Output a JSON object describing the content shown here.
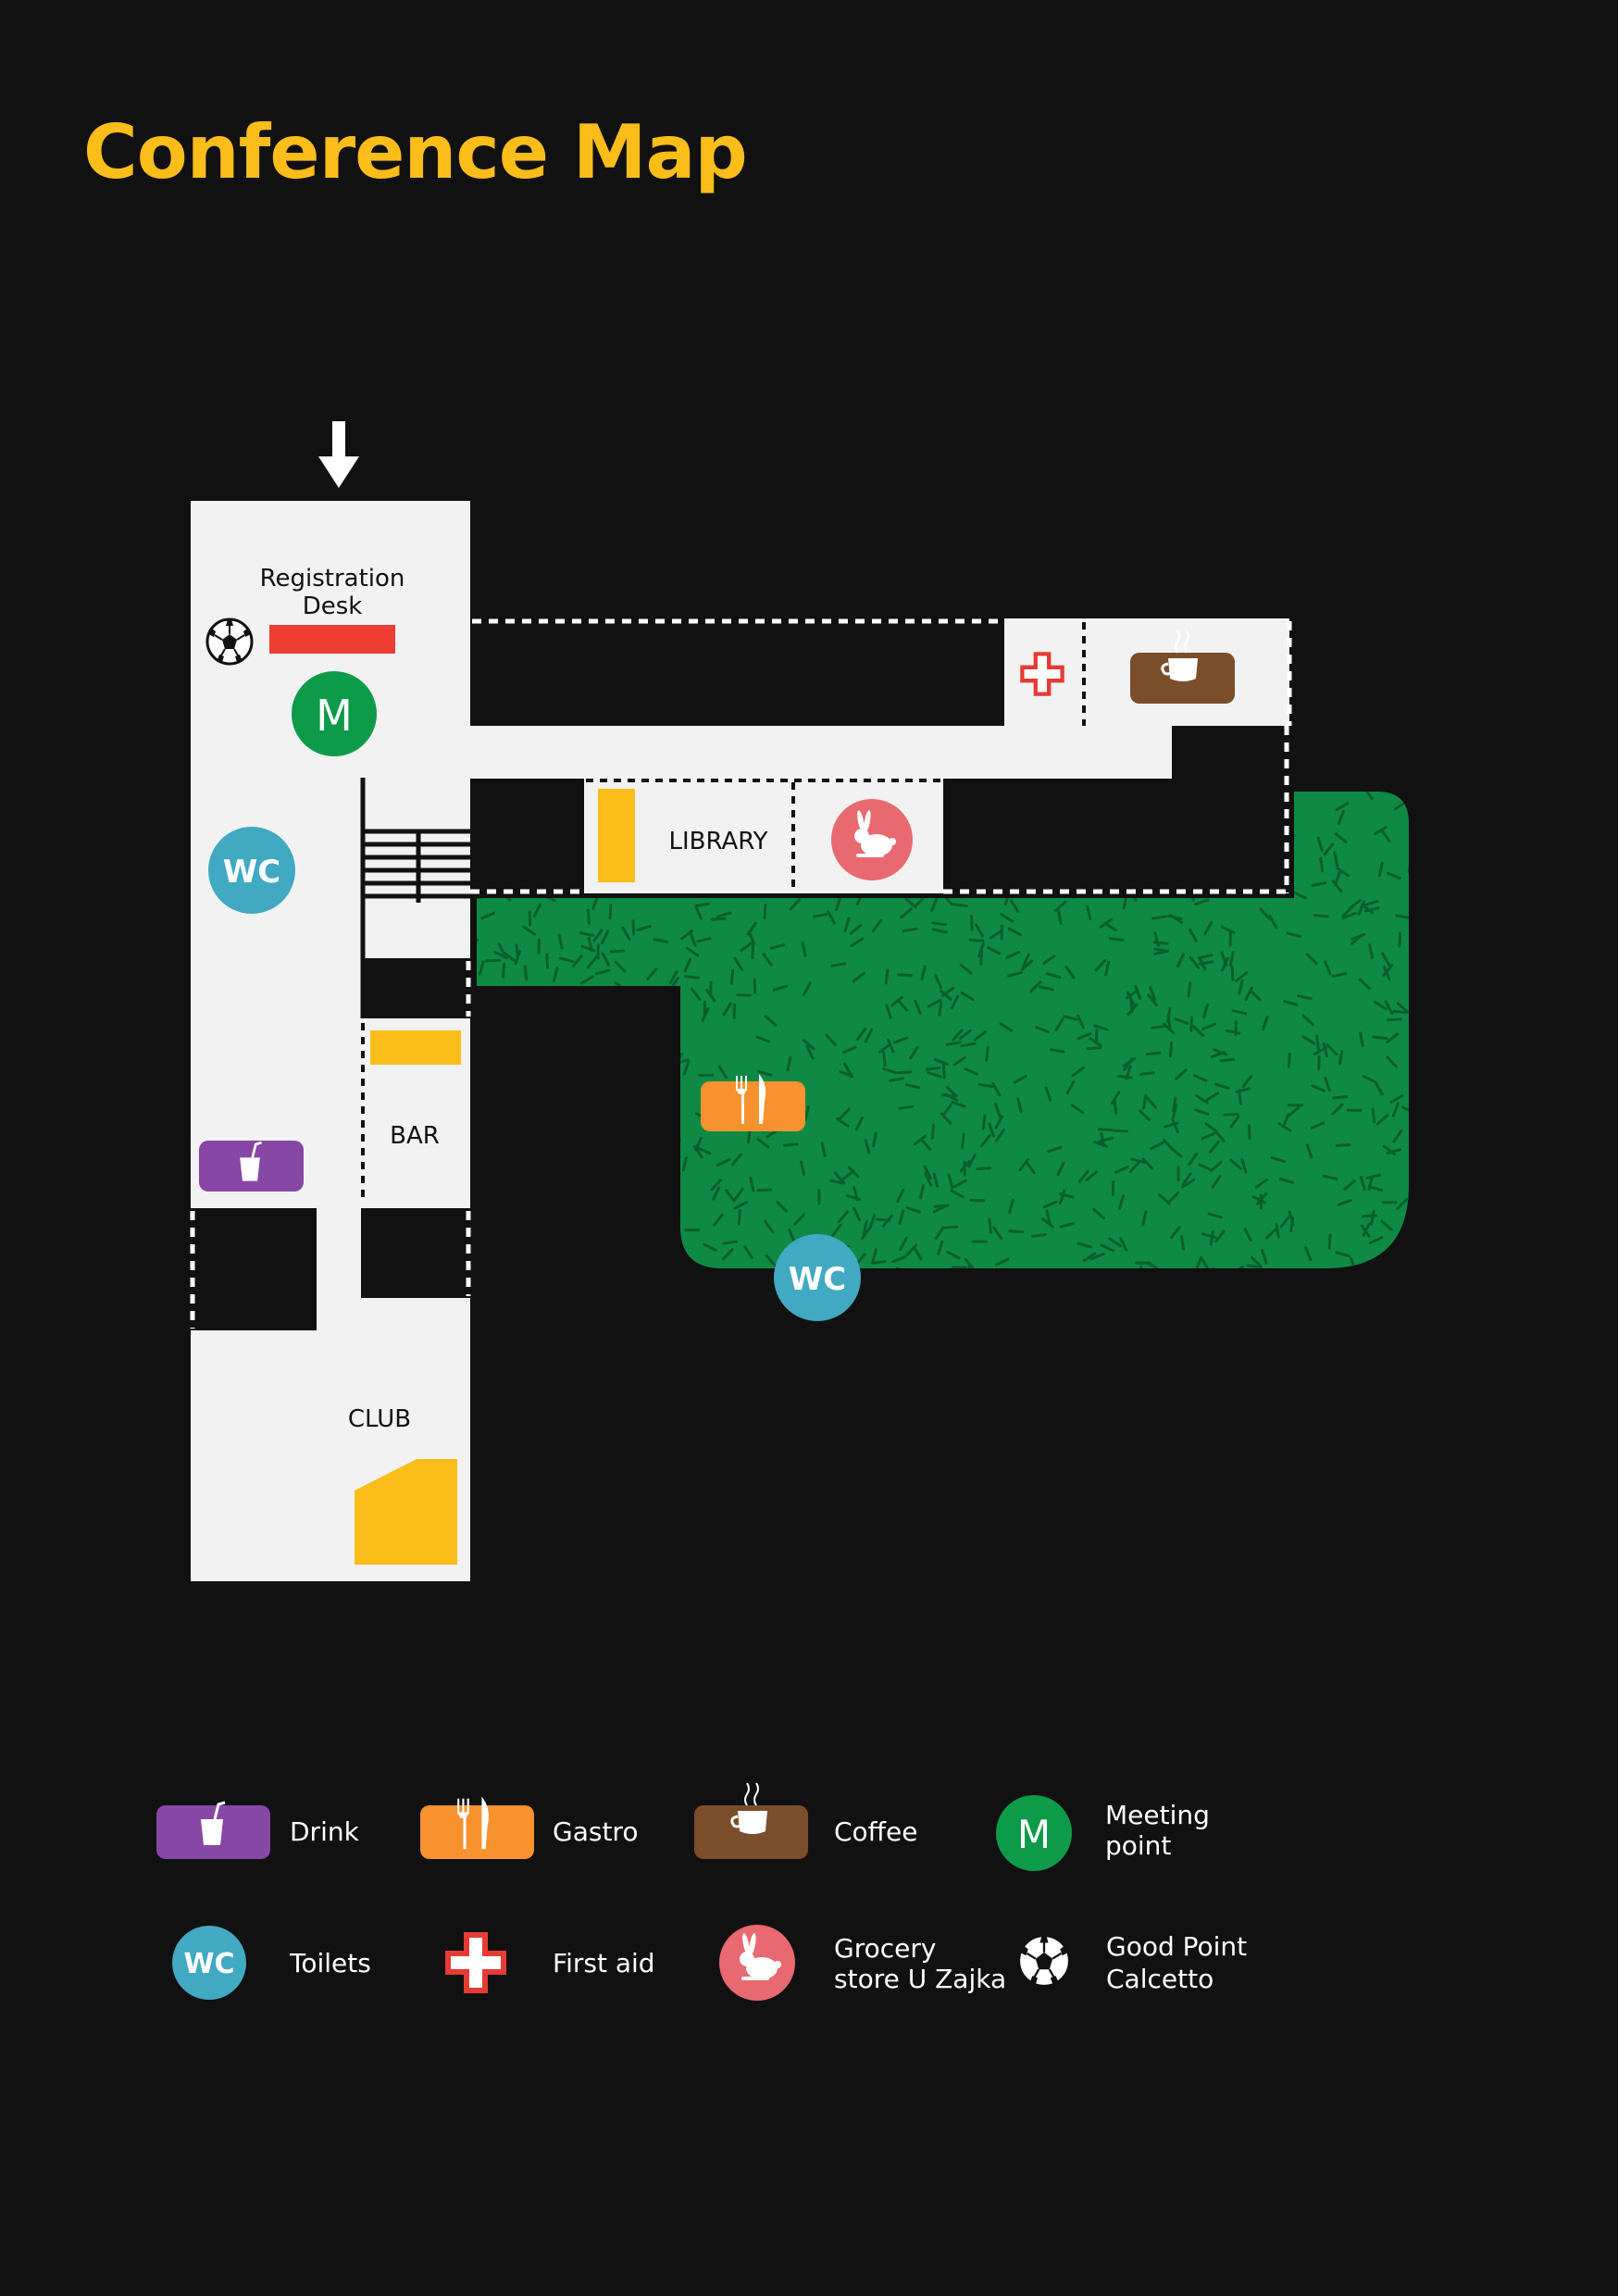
{
  "title": "Conference Map",
  "map": {
    "registration_line1": "Registration",
    "registration_line2": "Desk",
    "library_label": "LIBRARY",
    "bar_label": "BAR",
    "club_label": "CLUB",
    "meeting_letter": "M",
    "wc_text": "WC"
  },
  "legend": {
    "drink": "Drink",
    "gastro": "Gastro",
    "coffee": "Coffee",
    "meeting_line1": "Meeting",
    "meeting_line2": "point",
    "toilets": "Toilets",
    "first_aid": "First aid",
    "grocery_line1": "Grocery",
    "grocery_line2": "store U Zajka",
    "good_point_line1": "Good Point",
    "good_point_line2": "Calcetto"
  },
  "colors": {
    "background": "#121112",
    "title": "#fbbd1a",
    "floor": "#f1f2f1",
    "garden": "#0e8a44",
    "drink": "#8747a4",
    "gastro": "#f7922f",
    "coffee": "#7a4d2b",
    "meeting": "#0d9a49",
    "toilets": "#41a9c2",
    "first_aid": "#e53b35",
    "grocery": "#e8696f",
    "registration": "#ee3d33",
    "furniture": "#fbbd1a"
  }
}
